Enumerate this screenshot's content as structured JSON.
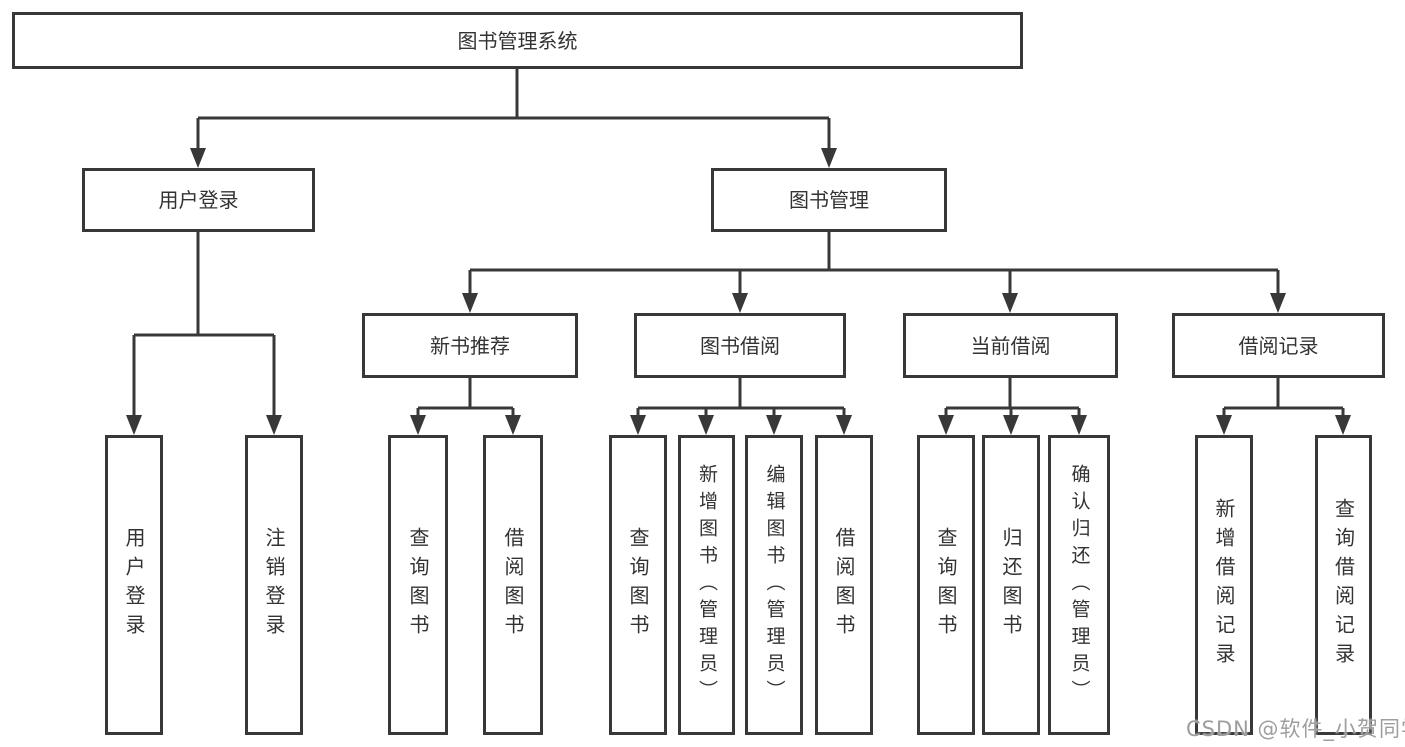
{
  "diagram": {
    "root": {
      "label": "图书管理系统"
    },
    "level2": [
      {
        "label": "用户登录"
      },
      {
        "label": "图书管理"
      }
    ],
    "level3": [
      {
        "label": "新书推荐"
      },
      {
        "label": "图书借阅"
      },
      {
        "label": "当前借阅"
      },
      {
        "label": "借阅记录"
      }
    ],
    "leaves": {
      "user_login": [
        "用户登录",
        "注销登录"
      ],
      "new_book_recommend": [
        "查询图书",
        "借阅图书"
      ],
      "book_borrow": [
        "查询图书",
        "新增图书（管理员）",
        "编辑图书（管理员）",
        "借阅图书"
      ],
      "current_borrow": [
        "查询图书",
        "归还图书",
        "确认归还（管理员）"
      ],
      "borrow_records": [
        "新增借阅记录",
        "查询借阅记录"
      ]
    },
    "watermark": "CSDN @软件_小贺同学",
    "colors": {
      "line": "#383838",
      "text": "#333333",
      "background": "#ffffff",
      "watermark": "#9e9e9e"
    }
  }
}
